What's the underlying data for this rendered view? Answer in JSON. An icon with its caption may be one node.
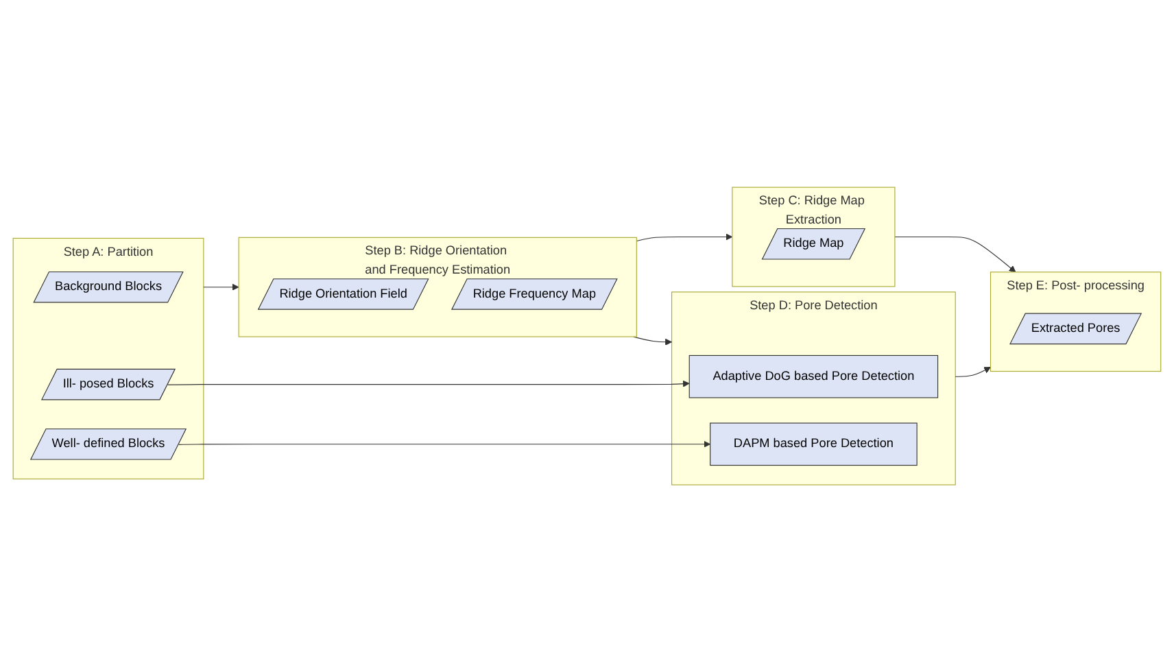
{
  "diagram": {
    "nodes": [
      {
        "text": [
          "Step A: Partition"
        ]
      },
      {
        "text": [
          "Background Blocks"
        ],
        "in": 0
      },
      {
        "text": [
          "Ill- posed Blocks"
        ],
        "in": 0
      },
      {
        "text": [
          "Well- defined Blocks"
        ],
        "in": 0
      },
      {
        "text": [
          "Step D: Pore Detection"
        ]
      },
      {
        "text": [
          "Adaptive DoG based Pore Detection"
        ],
        "in": 4
      },
      {
        "text": [
          "DAPM based Pore Detection"
        ],
        "in": 4
      },
      {
        "text": [
          "Step E: Post- processing"
        ]
      },
      {
        "text": [
          "Extracted Pores"
        ],
        "in": 7
      },
      {
        "text": [
          "Step B: Ridge Orientation and Frequency Estimation"
        ]
      },
      {
        "text": [
          "Ridge Orientation Field"
        ],
        "in": 9
      },
      {
        "text": [
          "Ridge Frequency Map"
        ],
        "in": 9
      },
      {
        "text": [
          "Step C: Ridge Map Extraction"
        ]
      },
      {
        "text": [
          "Ridge Map"
        ],
        "in": 12
      }
    ],
    "edges": [
      {
        "from": 2,
        "to": 5,
        "arrow": "to"
      },
      {
        "from": 3,
        "to": 6,
        "arrow": "to"
      },
      {
        "from": 4,
        "to": 7,
        "arrow": "to"
      },
      {
        "from": 0,
        "to": 9,
        "arrow": "to"
      },
      {
        "from": 9,
        "to": 4,
        "arrow": "to"
      },
      {
        "from": 9,
        "to": 12,
        "arrow": "to"
      },
      {
        "from": 12,
        "to": 7,
        "arrow": "to"
      }
    ]
  }
}
